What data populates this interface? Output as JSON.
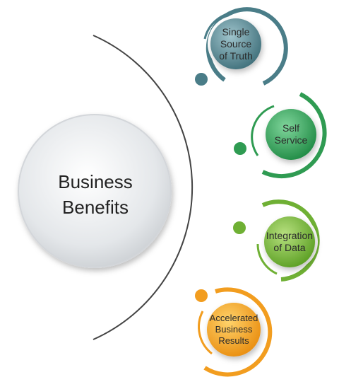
{
  "center": {
    "title": "Business\nBenefits"
  },
  "benefits": [
    {
      "label": "Single\nSource\nof Truth",
      "color": "#4a7d88"
    },
    {
      "label": "Self\nService",
      "color": "#2f9b52"
    },
    {
      "label": "Integration\nof Data",
      "color": "#6fb034"
    },
    {
      "label": "Accelerated\nBusiness\nResults",
      "color": "#f29d1f"
    }
  ]
}
